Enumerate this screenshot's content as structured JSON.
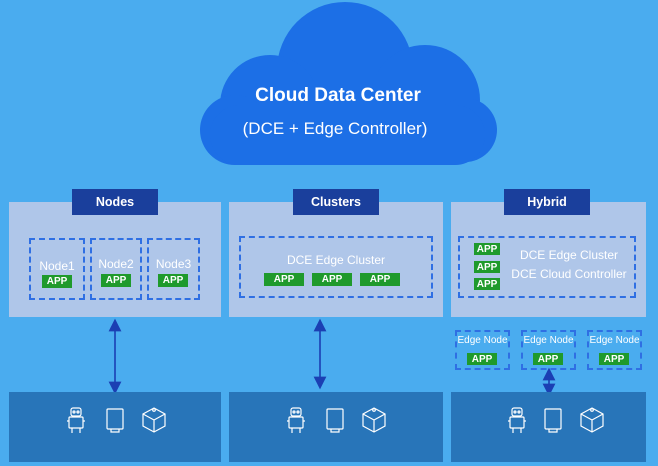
{
  "cloud": {
    "title": "Cloud Data Center",
    "subtitle": "(DCE + Edge Controller)"
  },
  "panels": [
    {
      "tag": "Nodes",
      "nodes": [
        {
          "label": "Node1",
          "app": "APP"
        },
        {
          "label": "Node2",
          "app": "APP"
        },
        {
          "label": "Node3",
          "app": "APP"
        }
      ]
    },
    {
      "tag": "Clusters",
      "cluster": {
        "label": "DCE Edge Cluster",
        "apps": [
          "APP",
          "APP",
          "APP"
        ]
      }
    },
    {
      "tag": "Hybrid",
      "hybrid": {
        "line1": "DCE Edge Cluster",
        "line2": "DCE Cloud Controller",
        "apps": [
          "APP",
          "APP",
          "APP"
        ]
      }
    }
  ],
  "edge_nodes": [
    {
      "label": "Edge Node",
      "app": "APP"
    },
    {
      "label": "Edge Node",
      "app": "APP"
    },
    {
      "label": "Edge Node",
      "app": "APP"
    }
  ],
  "device_icons": [
    "robot-icon",
    "tablet-icon",
    "printer-icon"
  ],
  "colors": {
    "background": "#4aacef",
    "cloud": "#1c6fe6",
    "panel": "#afc6e9",
    "tag": "#1a3f9c",
    "app": "#1f9a2c",
    "device_band": "#2875b9",
    "arrow": "#1b3fb3"
  }
}
